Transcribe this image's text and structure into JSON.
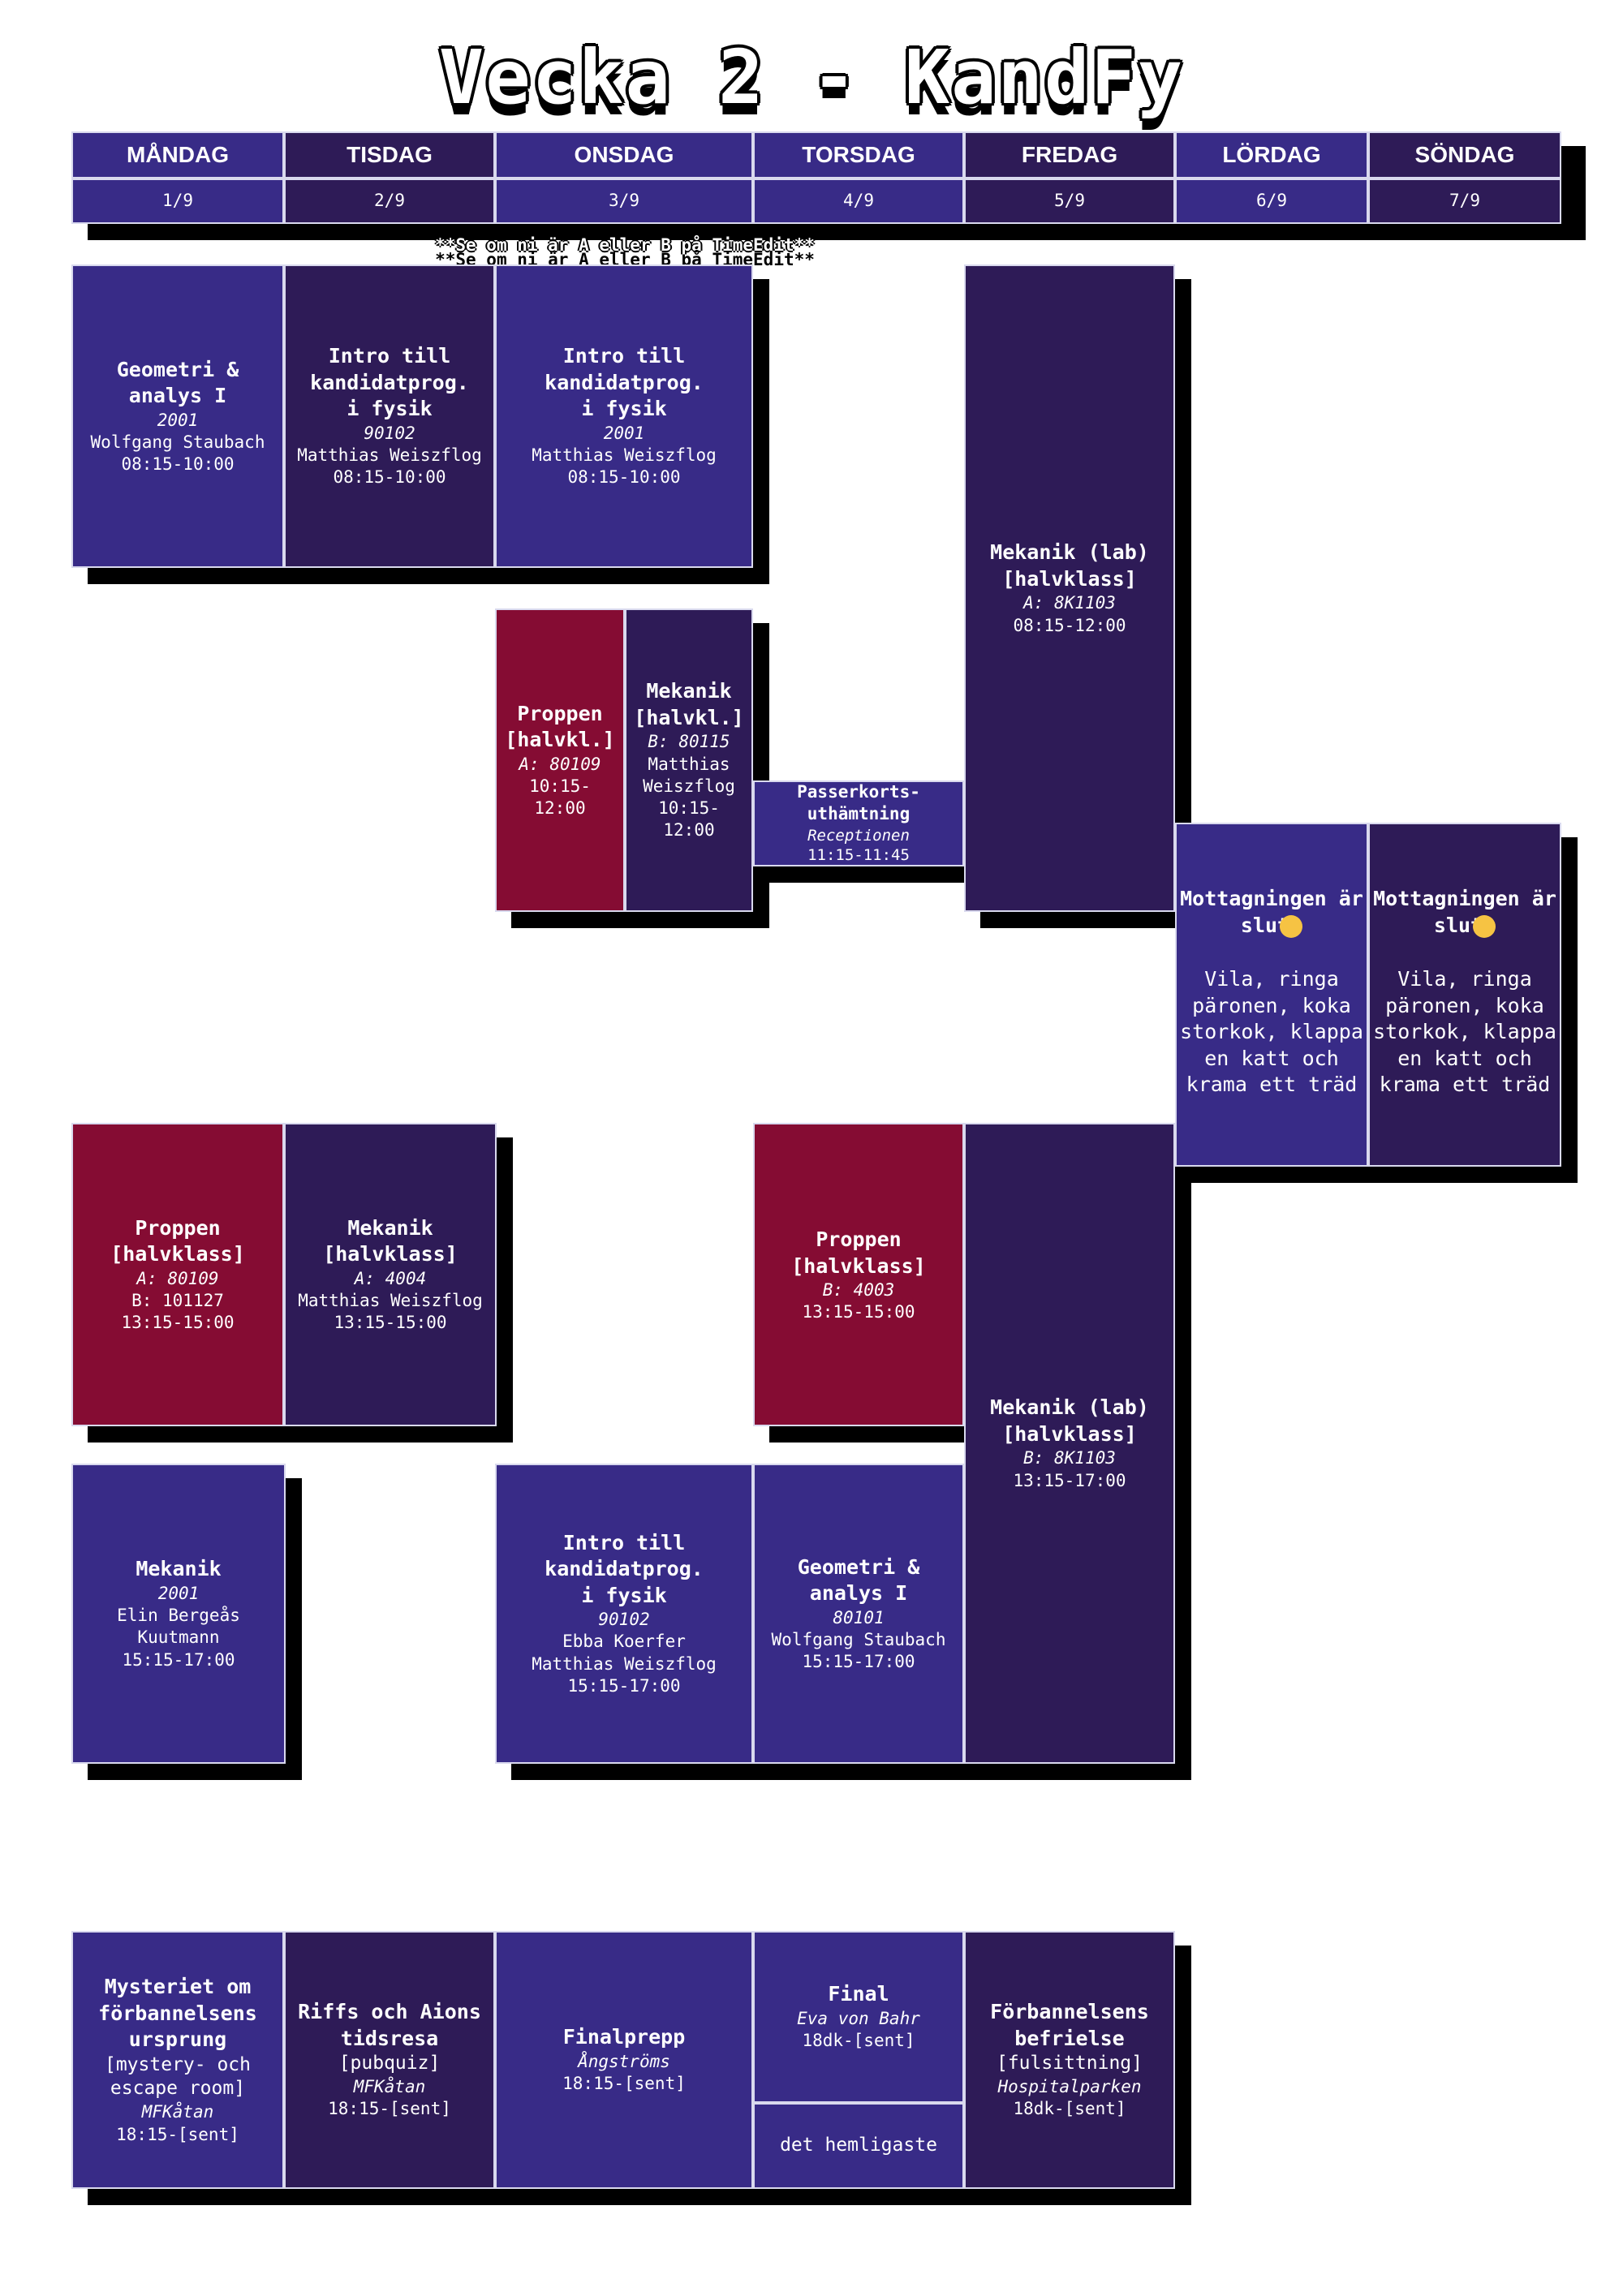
{
  "title": "Vecka 2 - KandFy",
  "note": "**Se om ni är A eller B på TimeEdit**",
  "days": [
    {
      "name": "MÅNDAG",
      "date": "1/9"
    },
    {
      "name": "TISDAG",
      "date": "2/9"
    },
    {
      "name": "ONSDAG",
      "date": "3/9"
    },
    {
      "name": "TORSDAG",
      "date": "4/9"
    },
    {
      "name": "FREDAG",
      "date": "5/9"
    },
    {
      "name": "LÖRDAG",
      "date": "6/9"
    },
    {
      "name": "SÖNDAG",
      "date": "7/9"
    }
  ],
  "events": {
    "mon_geo": {
      "title1": "Geometri &",
      "title2": "analys I",
      "room": "2001",
      "teacher": "Wolfgang Staubach",
      "time": "08:15-10:00"
    },
    "tue_intro": {
      "title1": "Intro till",
      "title2": "kandidatprog.",
      "title3": "i fysik",
      "room": "90102",
      "teacher": "Matthias Weiszflog",
      "time": "08:15-10:00"
    },
    "wed_intro": {
      "title1": "Intro till",
      "title2": "kandidatprog.",
      "title3": "i fysik",
      "room": "2001",
      "teacher": "Matthias Weiszflog",
      "time": "08:15-10:00"
    },
    "fri_mek_lab_a": {
      "title1": "Mekanik (lab)",
      "title2": "[halvklass]",
      "room": "A: 8K1103",
      "time": "08:15-12:00"
    },
    "tue_proppen": {
      "title1": "Proppen",
      "title2": "[halvkl.]",
      "room": "A: 80109",
      "time1": "10:15-",
      "time2": "12:00"
    },
    "wed_mek": {
      "title1": "Mekanik",
      "title2": "[halvkl.]",
      "room": "B: 80115",
      "teacher1": "Matthias",
      "teacher2": "Weiszflog",
      "time1": "10:15-",
      "time2": "12:00"
    },
    "thu_passer": {
      "title1": "Passerkorts-",
      "title2": "uthämtning",
      "room": "Receptionen",
      "time": "11:15-11:45"
    },
    "sat_closed": {
      "title1": "Mottagningen är",
      "title2": "slut",
      "l1": "Vila, ringa",
      "l2": "päronen, koka",
      "l3": "storkok, klappa",
      "l4": "en katt och",
      "l5": "krama ett träd"
    },
    "sun_closed": {
      "title1": "Mottagningen är",
      "title2": "slut",
      "l1": "Vila, ringa",
      "l2": "päronen, koka",
      "l3": "storkok, klappa",
      "l4": "en katt och",
      "l5": "krama ett träd"
    },
    "mon_proppen": {
      "title1": "Proppen",
      "title2": "[halvklass]",
      "room": "A: 80109",
      "room_b": "B: 101127",
      "time": "13:15-15:00"
    },
    "tue_mek": {
      "title1": "Mekanik",
      "title2": "[halvklass]",
      "room": "A: 4004",
      "teacher": "Matthias Weiszflog",
      "time": "13:15-15:00"
    },
    "thu_proppen": {
      "title1": "Proppen",
      "title2": "[halvklass]",
      "room": "B: 4003",
      "time": "13:15-15:00"
    },
    "fri_mek_lab_b": {
      "title1": "Mekanik (lab)",
      "title2": "[halvklass]",
      "room": "B: 8K1103",
      "time": "13:15-17:00"
    },
    "mon_mek": {
      "title1": "Mekanik",
      "room": "2001",
      "teacher1": "Elin Bergeås",
      "teacher2": "Kuutmann",
      "time": "15:15-17:00"
    },
    "wed_intro2": {
      "title1": "Intro till",
      "title2": "kandidatprog.",
      "title3": "i fysik",
      "room": "90102",
      "teacher1": "Ebba Koerfer",
      "teacher2": "Matthias Weiszflog",
      "time": "15:15-17:00"
    },
    "thu_geo": {
      "title1": "Geometri &",
      "title2": "analys I",
      "room": "80101",
      "teacher": "Wolfgang Staubach",
      "time": "15:15-17:00"
    },
    "mon_myst": {
      "title1": "Mysteriet om",
      "title2": "förbannelsens",
      "title3": "ursprung",
      "tag1": "[mystery- och",
      "tag2": "escape room]",
      "place": "MFKåtan",
      "time": "18:15-[sent]"
    },
    "tue_riffs": {
      "title1": "Riffs och Aions",
      "title2": "tidsresa",
      "tag": "[pubquiz]",
      "place": "MFKåtan",
      "time": "18:15-[sent]"
    },
    "wed_final": {
      "title1": "Finalprepp",
      "place": "Ångströms",
      "time": "18:15-[sent]"
    },
    "thu_final": {
      "title1": "Final",
      "place": "Eva von Bahr",
      "time": "18dk-[sent]"
    },
    "thu_secret": {
      "text": "det hemligaste"
    },
    "fri_forb": {
      "title1": "Förbannelsens",
      "title2": "befrielse",
      "tag": "[fulsittning]",
      "place": "Hospitalparken",
      "time": "18dk-[sent]"
    }
  }
}
